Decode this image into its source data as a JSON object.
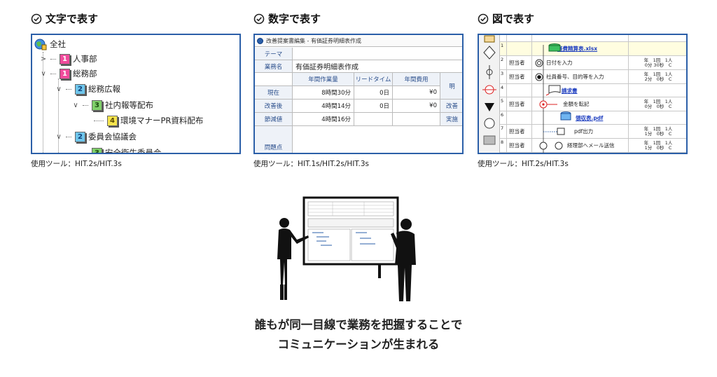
{
  "colors": {
    "accent_border": "#2b5fa8",
    "highlight_row": "#fffde0"
  },
  "columns": [
    {
      "title": "文字で表す",
      "caption": "使用ツール：HIT.2s/HIT.3s"
    },
    {
      "title": "数字で表す",
      "caption": "使用ツール：HIT.1s/HIT.2s/HIT.3s"
    },
    {
      "title": "図で表す",
      "caption": "使用ツール：HIT.2s/HIT.3s"
    }
  ],
  "tree": {
    "root": "全社",
    "nodes": [
      {
        "level": "1",
        "label": "人事部",
        "toggle": ">"
      },
      {
        "level": "1",
        "label": "総務部",
        "toggle": "∨"
      },
      {
        "level": "2",
        "label": "総務広報",
        "toggle": "∨"
      },
      {
        "level": "3",
        "label": "社内報等配布",
        "toggle": "∨"
      },
      {
        "level": "4",
        "label": "環境マナーPR資料配布",
        "toggle": ""
      },
      {
        "level": "2",
        "label": "委員会協議会",
        "toggle": "∨"
      },
      {
        "level": "3",
        "label": "安全衛生委員会",
        "toggle": ""
      }
    ]
  },
  "table": {
    "window_title": "改善提案書編集 - 有価証券明細表作成",
    "theme_label": "テーマ",
    "task_label": "業務名",
    "task_value": "有価証券明細表作成",
    "headers": [
      "年間作業量",
      "リードタイム",
      "年間費用"
    ],
    "side_headers": [
      "明",
      "改善",
      "実施"
    ],
    "rows": [
      {
        "label": "現在",
        "work": "8時間30分",
        "lead": "0日",
        "cost": "¥0"
      },
      {
        "label": "改善後",
        "work": "4時間14分",
        "lead": "0日",
        "cost": "¥0"
      },
      {
        "label": "節減値",
        "work": "4時間16分",
        "lead": "",
        "cost": ""
      }
    ],
    "issue_label": "問題点"
  },
  "flow": {
    "rows": [
      {
        "no": "1",
        "who": "",
        "step": "経費精算表.xlsx",
        "is_link": true,
        "freq": [
          "",
          ""
        ]
      },
      {
        "no": "2",
        "who": "担当者",
        "step": "日付を入力",
        "is_link": false,
        "freq": [
          "年　1回　1人",
          "0分 30秒　C"
        ]
      },
      {
        "no": "3",
        "who": "担当者",
        "step": "社員番号、目的等を入力",
        "is_link": false,
        "freq": [
          "年　1回　1人",
          "2分　0秒　C"
        ]
      },
      {
        "no": "4",
        "who": "",
        "step": "請求書",
        "is_link": true,
        "freq": [
          "",
          ""
        ]
      },
      {
        "no": "5",
        "who": "担当者",
        "step": "金額を転記",
        "is_link": false,
        "freq": [
          "年　1回　1人",
          "0分　0秒　C"
        ]
      },
      {
        "no": "6",
        "who": "",
        "step": "領収表.pdf",
        "is_link": true,
        "freq": [
          "",
          ""
        ]
      },
      {
        "no": "7",
        "who": "担当者",
        "step": "pdf出力",
        "is_link": false,
        "freq": [
          "年　1回　1人",
          "1分　0秒　C"
        ]
      },
      {
        "no": "8",
        "who": "担当者",
        "step": "経理部へメール送信",
        "is_link": false,
        "freq": [
          "年　1回　1人",
          "1分　0秒　C"
        ]
      }
    ]
  },
  "headline": {
    "line1": "誰もが同一目線で業務を把握することで",
    "line2": "コミュニケーションが生まれる"
  }
}
